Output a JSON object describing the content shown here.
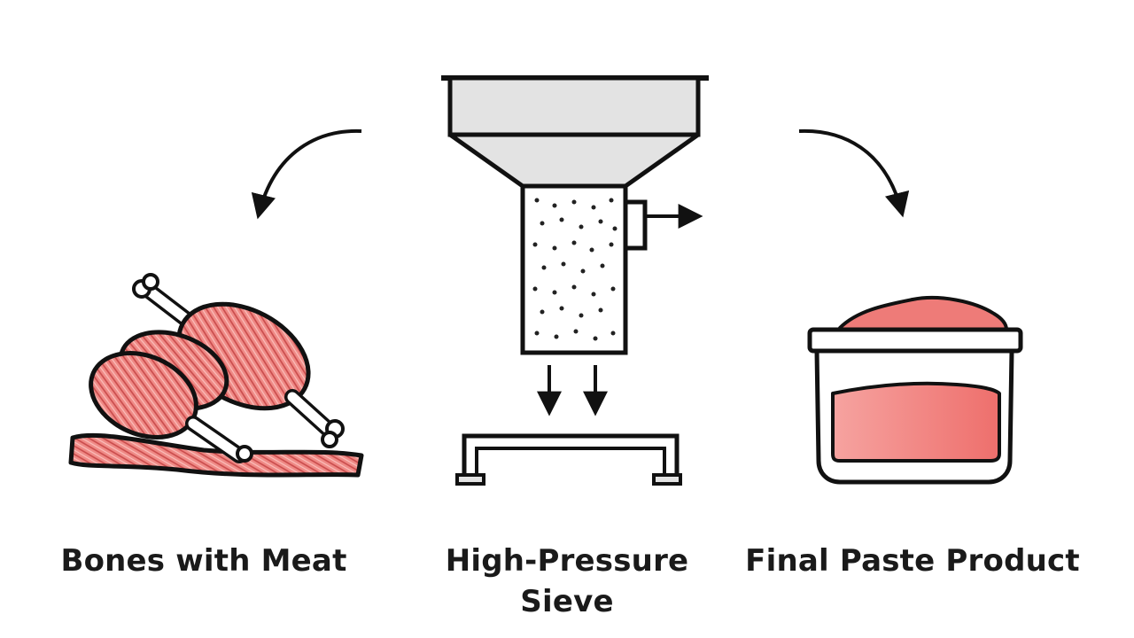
{
  "stages": [
    {
      "id": "bones",
      "label": "Bones with Meat",
      "icon": "bones-with-meat-icon"
    },
    {
      "id": "sieve",
      "label_line1": "High-Pressure",
      "label_line2": "Sieve",
      "icon": "high-pressure-sieve-icon"
    },
    {
      "id": "paste",
      "label": "Final Paste Product",
      "icon": "paste-container-icon"
    }
  ],
  "colors": {
    "outline": "#111111",
    "meat": "#ef8a86",
    "meat_stripe": "#c9494a",
    "paste": "#ee7b78",
    "paste_light": "#f6a3a0",
    "steel": "#e3e3e3",
    "bone": "#ffffff"
  }
}
